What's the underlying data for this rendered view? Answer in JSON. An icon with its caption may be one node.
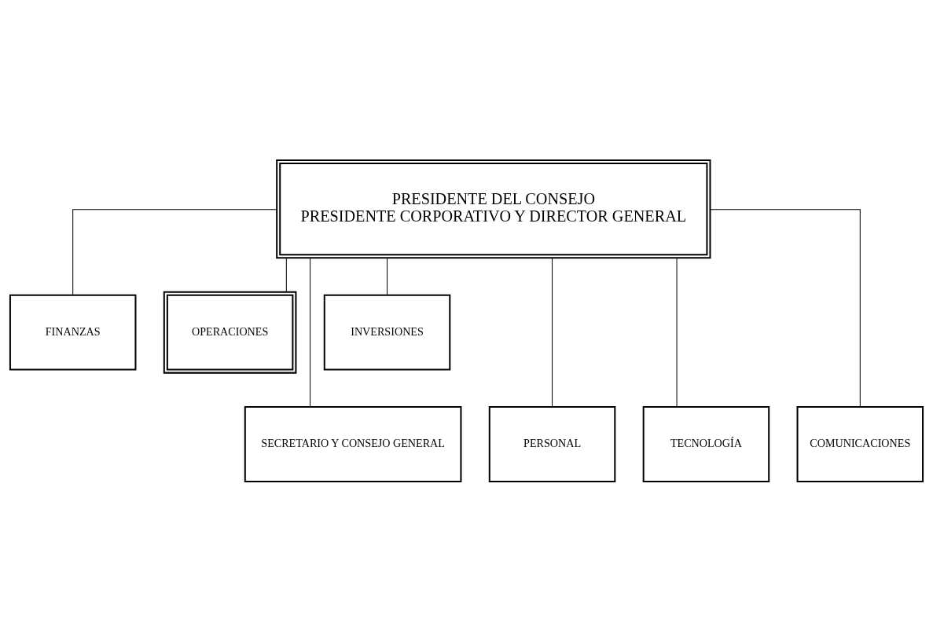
{
  "diagram": {
    "nodes": [
      {
        "text": [
          "PRESIDENTE DEL CONSEJO",
          "PRESIDENTE CORPORATIVO Y DIRECTOR GENERAL"
        ]
      },
      {
        "text": [
          "FINANZAS"
        ]
      },
      {
        "text": [
          "OPERACIONES"
        ]
      },
      {
        "text": [
          "INVERSIONES"
        ]
      },
      {
        "text": [
          "SECRETARIO Y CONSEJO GENERAL"
        ]
      },
      {
        "text": [
          "PERSONAL"
        ]
      },
      {
        "text": [
          "TECNOLOGÍA"
        ]
      },
      {
        "text": [
          "COMUNICACIONES"
        ]
      }
    ],
    "edges": [
      {
        "from": 0,
        "to": 4,
        "arrow": "none"
      },
      {
        "from": 0,
        "to": 1,
        "arrow": "none"
      },
      {
        "from": 0,
        "to": 5,
        "arrow": "none"
      },
      {
        "from": 0,
        "to": 2,
        "arrow": "none"
      },
      {
        "from": 0,
        "to": 6,
        "arrow": "none"
      },
      {
        "from": 0,
        "to": 3,
        "arrow": "none"
      },
      {
        "from": 0,
        "to": 7,
        "arrow": "none"
      }
    ]
  }
}
